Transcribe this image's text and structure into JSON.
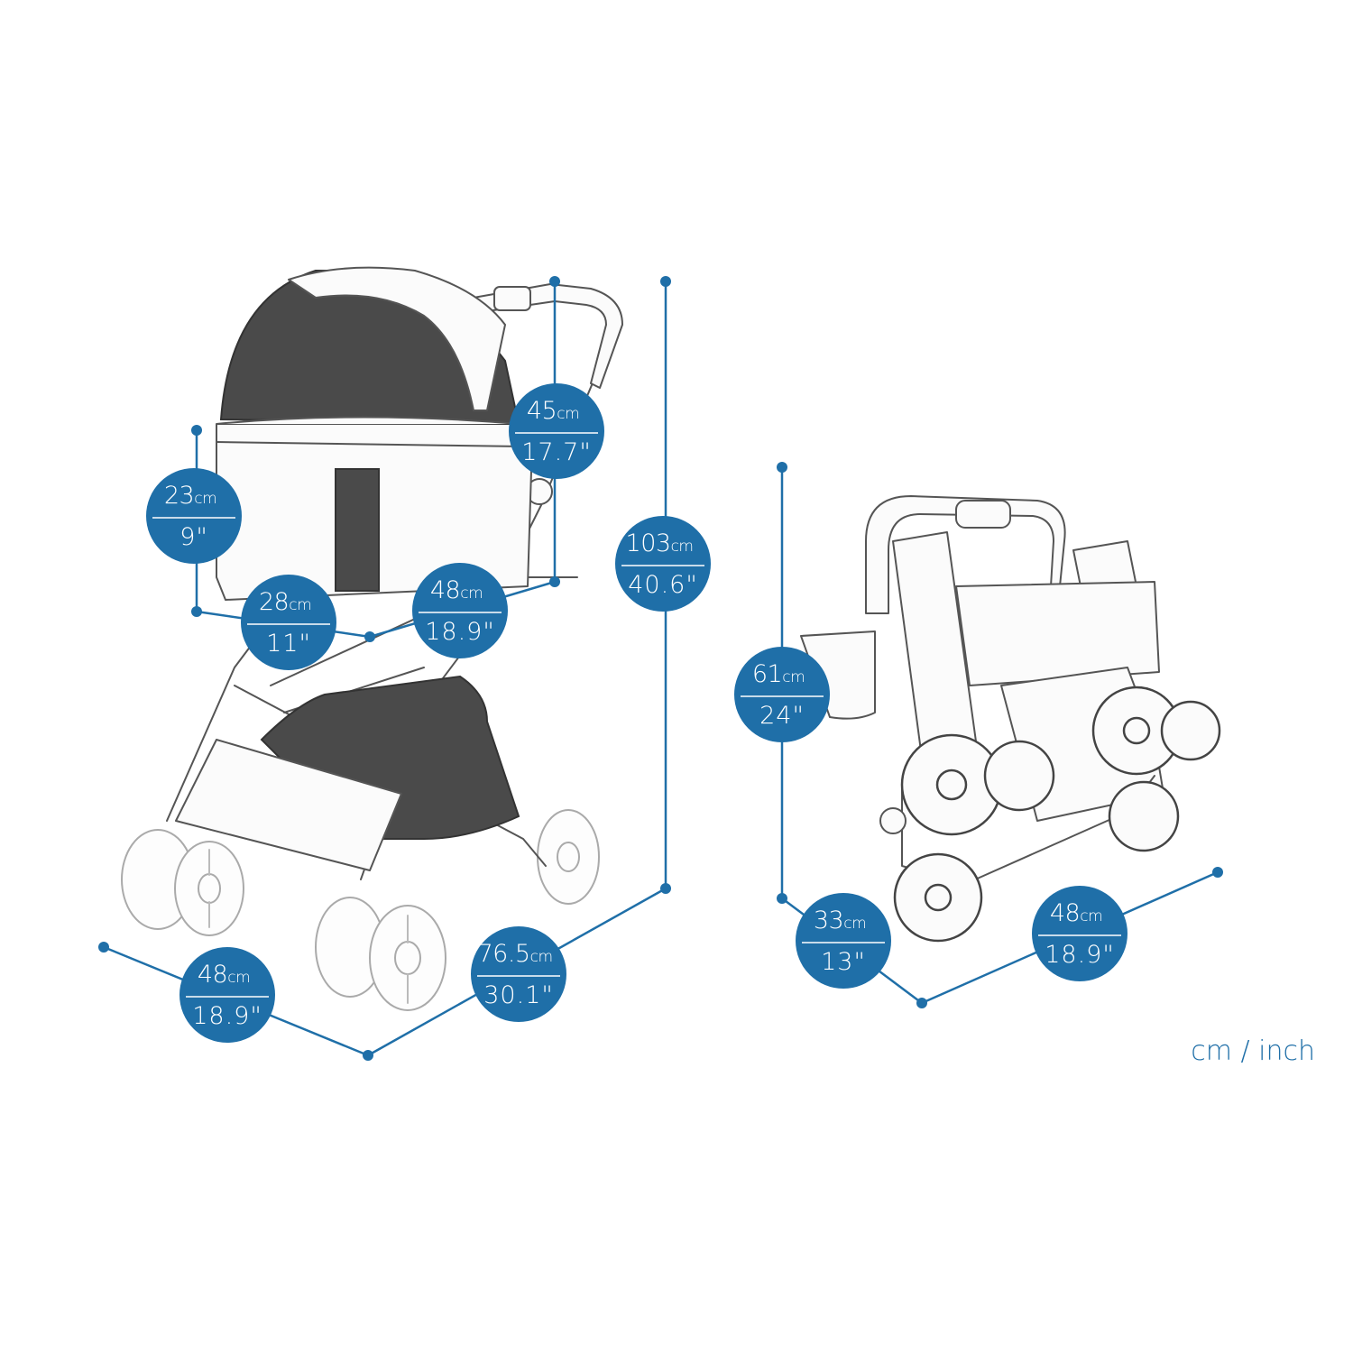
{
  "colors": {
    "accent": "#1f6fa8",
    "line_art": "#555555",
    "mesh": "#4a4a4a",
    "background": "#ffffff"
  },
  "unit_legend": "cm / inch",
  "unfolded": {
    "carrier_depth": {
      "cm": "45",
      "cm_unit": "cm",
      "inch": "17.7\""
    },
    "carrier_height": {
      "cm": "23",
      "cm_unit": "cm",
      "inch": "9\""
    },
    "carrier_width": {
      "cm": "28",
      "cm_unit": "cm",
      "inch": "11\""
    },
    "carrier_length": {
      "cm": "48",
      "cm_unit": "cm",
      "inch": "18.9\""
    },
    "overall_height": {
      "cm": "103",
      "cm_unit": "cm",
      "inch": "40.6\""
    },
    "overall_width": {
      "cm": "48",
      "cm_unit": "cm",
      "inch": "18.9\""
    },
    "overall_length": {
      "cm": "76.5",
      "cm_unit": "cm",
      "inch": "30.1\""
    }
  },
  "folded": {
    "height": {
      "cm": "61",
      "cm_unit": "cm",
      "inch": "24\""
    },
    "depth": {
      "cm": "33",
      "cm_unit": "cm",
      "inch": "13\""
    },
    "width": {
      "cm": "48",
      "cm_unit": "cm",
      "inch": "18.9\""
    }
  }
}
